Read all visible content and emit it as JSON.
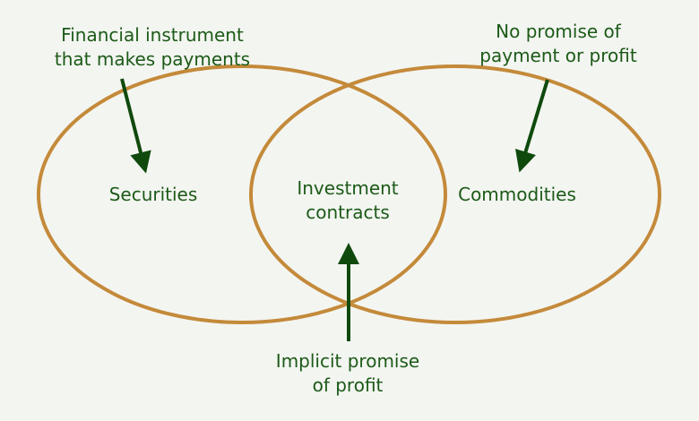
{
  "colors": {
    "circle": "#c48a3a",
    "text": "#1c5a17",
    "arrow": "#0f4a0c",
    "background": "#f3f5f1"
  },
  "sets": {
    "left": "Securities",
    "center_line1": "Investment",
    "center_line2": "contracts",
    "right": "Commodities"
  },
  "annotations": {
    "left_line1": "Financial instrument",
    "left_line2": "that makes payments",
    "right_line1": "No promise of",
    "right_line2": "payment or profit",
    "bottom_line1": "Implicit promise",
    "bottom_line2": "of profit"
  }
}
